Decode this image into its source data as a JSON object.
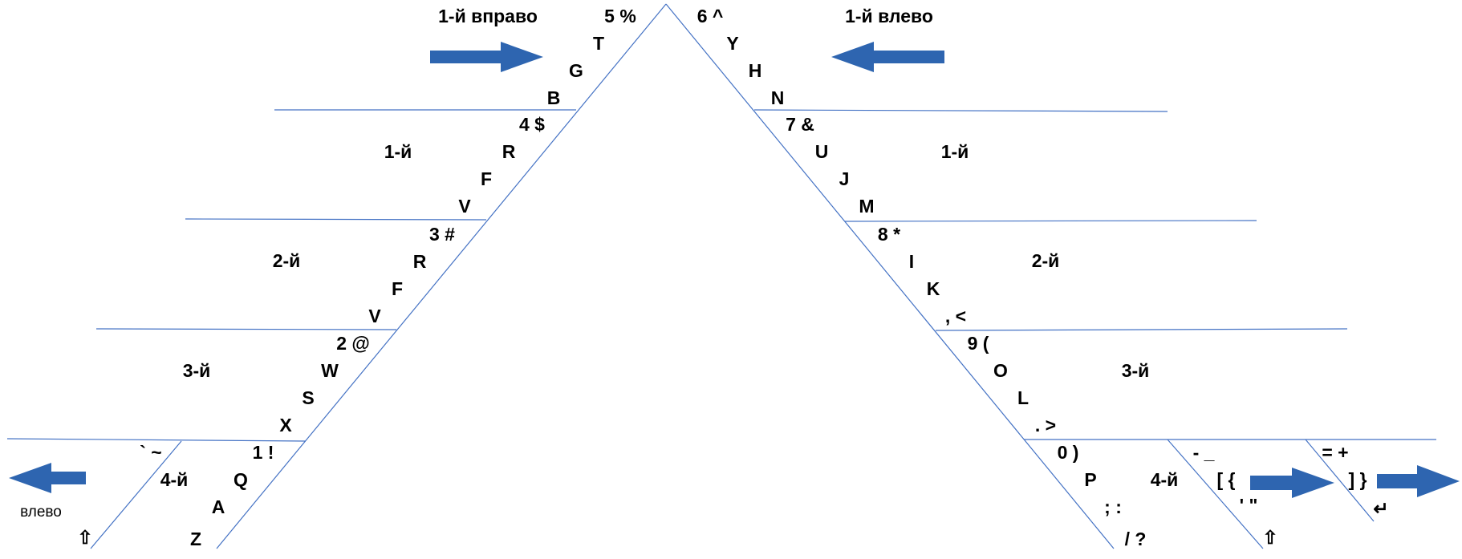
{
  "directions": {
    "right_first": "1-й вправо",
    "left_first": "1-й влево",
    "left": "влево"
  },
  "rows": {
    "left_1": "1-й",
    "left_2": "2-й",
    "left_3": "3-й",
    "left_4": "4-й",
    "right_1": "1-й",
    "right_2": "2-й",
    "right_3": "3-й",
    "right_4": "4-й"
  },
  "keys": {
    "k5": "5 %",
    "T": "T",
    "G": "G",
    "B": "B",
    "k4": "4 $",
    "R1": "R",
    "F1": "F",
    "V1": "V",
    "k3": "3 #",
    "R2": "R",
    "F2": "F",
    "V2": "V",
    "k2": "2 @",
    "W": "W",
    "S": "S",
    "X": "X",
    "k1": "1 !",
    "Q": "Q",
    "A": "A",
    "Z": "Z",
    "tilde": "` ~",
    "shift_left": "⇧",
    "k6": "6 ^",
    "Y": "Y",
    "H": "H",
    "N": "N",
    "k7": "7 &",
    "U": "U",
    "J": "J",
    "M": "M",
    "k8": "8 *",
    "I": "I",
    "K": "K",
    "comma": ", <",
    "k9": "9 (",
    "O": "O",
    "L": "L",
    "period": ". >",
    "k0": "0 )",
    "P": "P",
    "semicolon": "; :",
    "slash": "/ ?",
    "minus": "- _",
    "lbracket": "[ {",
    "quote": "' \"",
    "shift_right": "⇧",
    "equals": "= +",
    "rbracket": "] }",
    "enter": "↵"
  },
  "colors": {
    "line": "#4472c4",
    "arrow": "#2e65b0",
    "text": "#000000"
  }
}
